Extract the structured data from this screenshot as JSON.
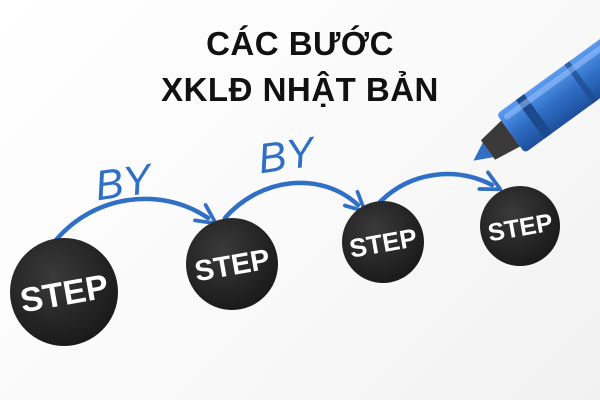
{
  "title": {
    "line1": "CÁC BƯỚC",
    "line2": "XKLĐ NHẬT BẢN"
  },
  "steps": [
    "STEP",
    "STEP",
    "STEP",
    "STEP"
  ],
  "connectors": [
    "BY",
    "BY"
  ],
  "colors": {
    "title": "#111111",
    "circle": "#2a2a2a",
    "step_text": "#ffffff",
    "arrow": "#2f6fc6",
    "marker_body": "#2f6fc6",
    "marker_stripe": "#1b4a8f",
    "marker_tip": "#3a3a3a"
  }
}
